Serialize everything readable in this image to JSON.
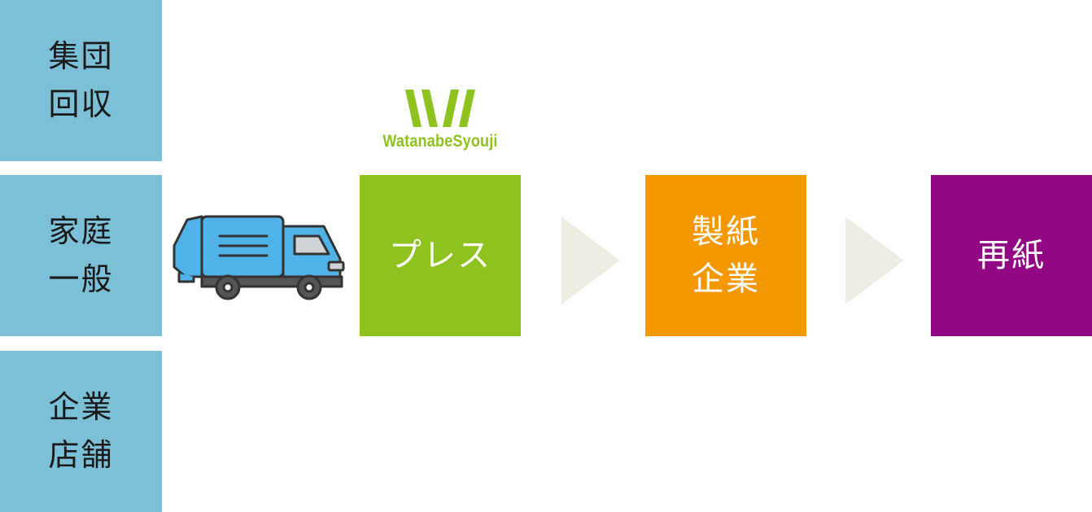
{
  "sources": [
    {
      "lines": [
        "集団",
        "回収"
      ]
    },
    {
      "lines": [
        "家庭",
        "一般"
      ]
    },
    {
      "lines": [
        "企業",
        "店舗"
      ]
    }
  ],
  "logo": {
    "text": "WatanabeSyouji",
    "color": "#8dc21f"
  },
  "truck": {
    "icon": "garbage-truck-icon",
    "body_color": "#4fb3e8"
  },
  "stages": [
    {
      "lines": [
        "プレス"
      ],
      "color": "#8dc21f"
    },
    {
      "lines": [
        "製紙",
        "企業"
      ],
      "color": "#f39800"
    },
    {
      "lines": [
        "再紙"
      ],
      "color": "#920783"
    }
  ],
  "colors": {
    "source_box": "#7cc0d8",
    "arrow": "#efece4"
  }
}
